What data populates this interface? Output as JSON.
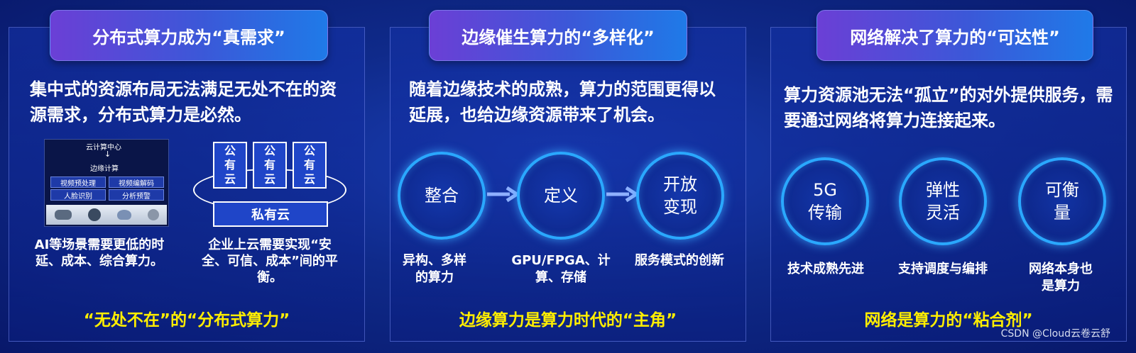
{
  "panels": [
    {
      "title": "分布式算力成为“真需求”",
      "desc": "集中式的资源布局无法满足无处不在的资源需求，分布式算力是必然。",
      "footer": "“无处不在”的“分布式算力”"
    },
    {
      "title": "边缘催生算力的“多样化”",
      "desc": "随着边缘技术的成熟，算力的范围更得以延展，也给边缘资源带来了机会。",
      "footer": "边缘算力是算力时代的“主角”"
    },
    {
      "title": "网络解决了算力的“可达性”",
      "desc": "算力资源池无法“孤立”的对外提供服务，需要通过网络将算力连接起来。",
      "footer": "网络是算力的“粘合剂”"
    }
  ],
  "edge_diagram": {
    "cloud_center": "云计算中心",
    "arrow": "↓",
    "edge_computing": "边缘计算",
    "boxes": [
      "视频预处理",
      "视频编解码",
      "人脸识别",
      "分析预警"
    ]
  },
  "captions": {
    "ai": "AI等场景需要更低的时延、成本、综合算力。",
    "enterprise": "企业上云需要实现“安全、可信、成本”间的平衡。"
  },
  "clouds": {
    "public": [
      "公",
      "有",
      "云"
    ],
    "private": "私有云"
  },
  "panel2_rings": [
    {
      "lines": [
        "整合"
      ],
      "caption": "异构、多样的算力"
    },
    {
      "lines": [
        "定义"
      ],
      "caption": "GPU/FPGA、计算、存储"
    },
    {
      "lines": [
        "开放",
        "变现"
      ],
      "caption": "服务模式的创新"
    }
  ],
  "panel3_rings": [
    {
      "lines": [
        "5G",
        "传输"
      ],
      "caption": "技术成熟先进"
    },
    {
      "lines": [
        "弹性",
        "灵活"
      ],
      "caption": "支持调度与编排"
    },
    {
      "lines": [
        "可衡",
        "量"
      ],
      "caption": "网络本身也是算力"
    }
  ],
  "watermark": "CSDN @Cloud云卷云舒",
  "colors": {
    "footer_yellow": "#ffee00",
    "ring_blue": "#2aa8ff"
  }
}
